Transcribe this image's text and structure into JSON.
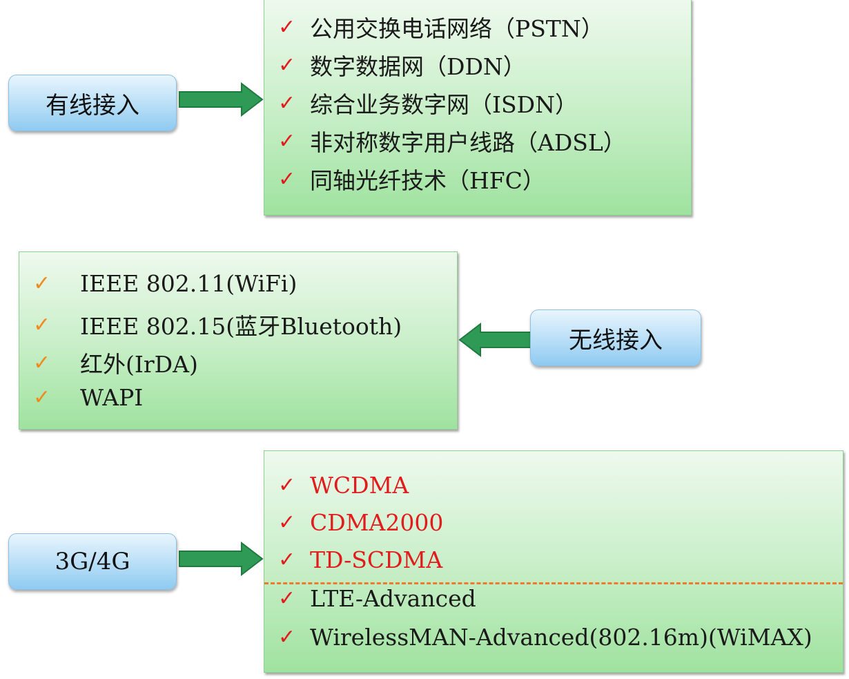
{
  "sections": {
    "wired": {
      "label": "有线接入",
      "items": [
        "公用交换电话网络（PSTN）",
        "数字数据网（DDN）",
        "综合业务数字网（ISDN）",
        "非对称数字用户线路（ADSL）",
        "同轴光纤技术（HFC）"
      ]
    },
    "wireless": {
      "label": "无线接入",
      "items": [
        "IEEE 802.11(WiFi)",
        "IEEE 802.15(蓝牙Bluetooth)",
        "红外(IrDA)",
        "WAPI"
      ]
    },
    "mobile": {
      "label": "3G/4G",
      "items_3g": [
        "WCDMA",
        "CDMA2000",
        "TD-SCDMA"
      ],
      "items_4g": [
        "LTE-Advanced",
        "WirelessMAN-Advanced(802.16m)(WiMAX)"
      ]
    }
  },
  "check_mark": "✓",
  "colors": {
    "box_green": "#c6eec6",
    "pill_blue": "#b3dcf6",
    "arrow_green": "#2e9a55",
    "check_red": "#e01c1c",
    "check_orange": "#f08a1d",
    "divider_orange": "#f07a2a"
  }
}
